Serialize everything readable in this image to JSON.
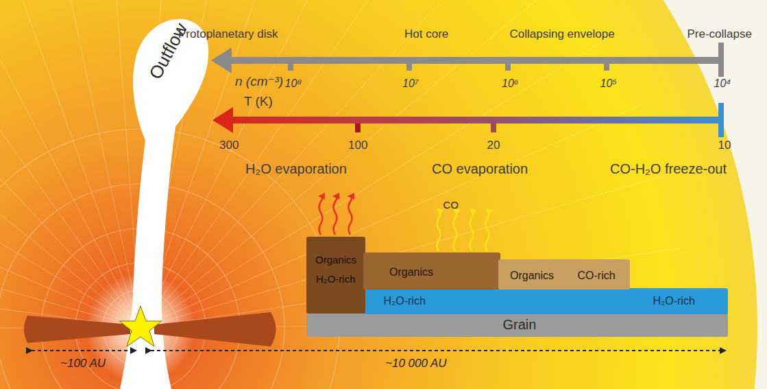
{
  "diagram": {
    "nodes": [
      {
        "text": [
          "Outflow"
        ]
      },
      {
        "text": [
          "Grain"
        ]
      },
      {
        "text": [
          "H₂O-rich",
          "H₂O-rich"
        ]
      },
      {
        "text": [
          "Organics",
          "H₂O-rich"
        ]
      },
      {
        "text": [
          "Organics"
        ]
      },
      {
        "text": [
          "Organics",
          "CO-rich"
        ]
      }
    ],
    "edges": [],
    "labels": [
      "Protoplanetary disk",
      "Hot core",
      "Collapsing envelope",
      "Pre-collapse",
      "n (cm⁻³)",
      "10⁸",
      "10⁷",
      "10⁶",
      "10⁵",
      "10⁴",
      "T (K)",
      "300",
      "100",
      "20",
      "10",
      "H₂O evaporation",
      "CO evaporation",
      "CO-H₂O freeze-out",
      "CO",
      "~100 AU",
      "~10 000 AU"
    ]
  }
}
